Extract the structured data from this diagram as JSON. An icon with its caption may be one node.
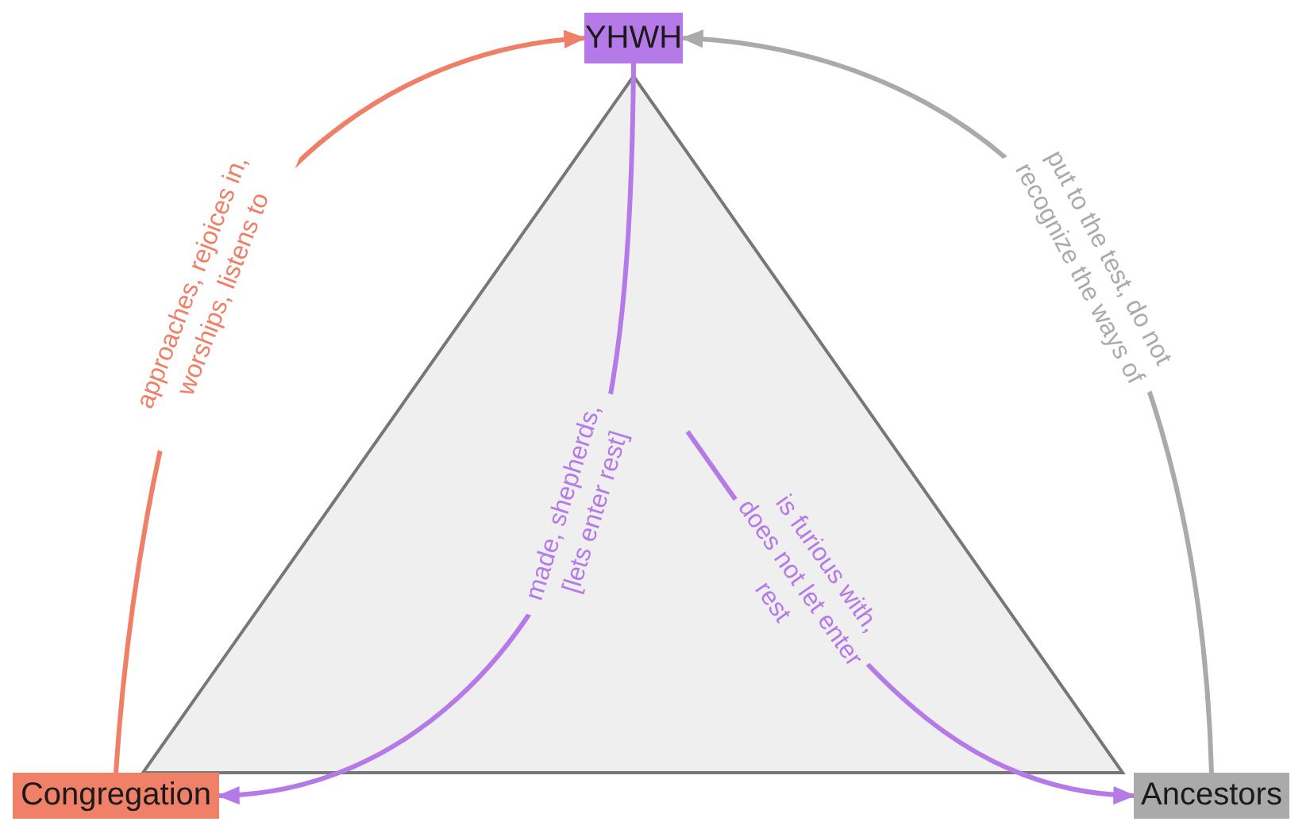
{
  "diagram": {
    "nodes": [
      {
        "text": [
          "YHWH"
        ]
      },
      {
        "text": [
          "Congregation"
        ]
      },
      {
        "text": [
          "Ancestors"
        ]
      }
    ],
    "edges": [
      {
        "from": 1,
        "to": 0,
        "arrow": "to",
        "label": "approaches, rejoices in, worships, listens to",
        "color": "#f07f68"
      },
      {
        "from": 2,
        "to": 0,
        "arrow": "to",
        "label": "put to the test, do not recognize the ways of",
        "color": "#aaaaaa"
      },
      {
        "from": 0,
        "to": 1,
        "arrow": "to",
        "label": "made, shepherds, [lets enter rest]",
        "color": "#b57ae8"
      },
      {
        "from": null,
        "to": 2,
        "arrow": "to",
        "label": "is furious with, does not let enter rest",
        "color": "#b57ae8"
      }
    ]
  }
}
